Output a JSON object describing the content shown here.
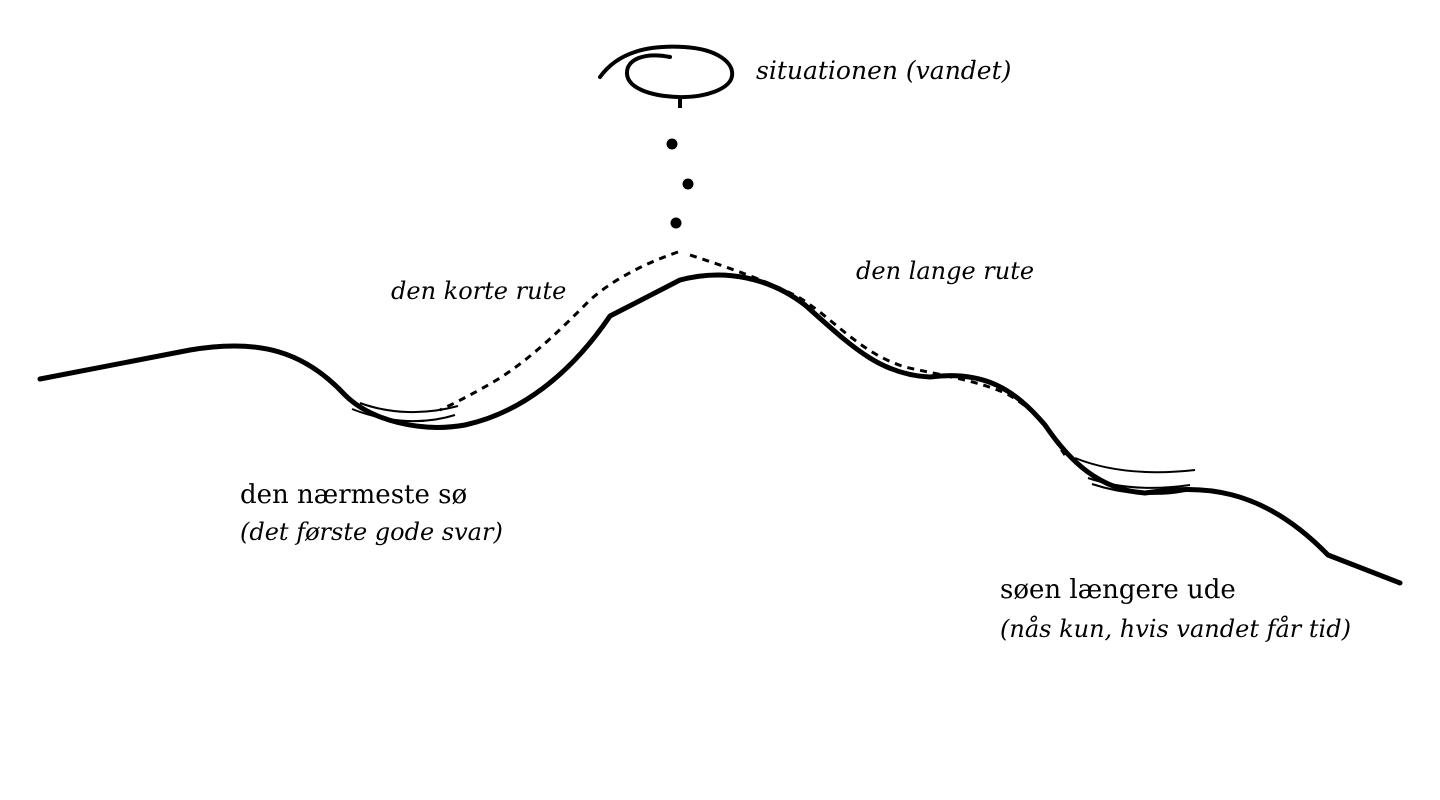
{
  "labels": {
    "situation": "situationen (vandet)",
    "short_route": "den korte rute",
    "long_route": "den lange rute",
    "nearest_lake": "den nærmeste sø",
    "nearest_lake_note": "(det første gode svar)",
    "far_lake": "søen længere ude",
    "far_lake_note": "(nås kun, hvis vandet får tid)"
  },
  "colors": {
    "ink": "#000000",
    "background": "#ffffff"
  }
}
